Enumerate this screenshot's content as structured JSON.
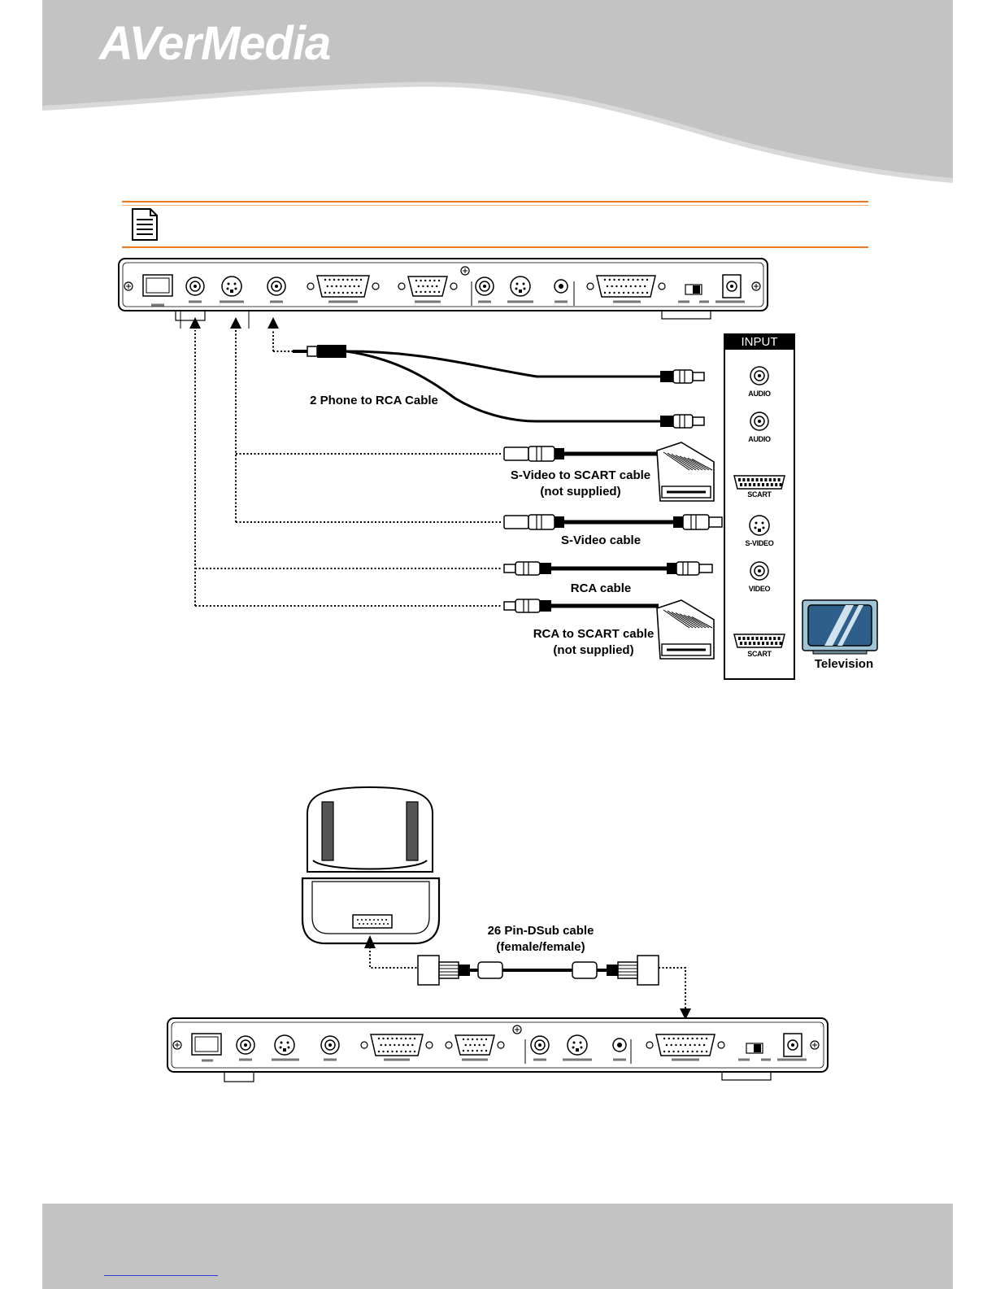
{
  "header": {
    "logo_text": "AVerMedia"
  },
  "diagram1": {
    "input_panel_title": "INPUT",
    "input_ports": [
      "AUDIO",
      "AUDIO",
      "SCART",
      "S-VIDEO",
      "VIDEO",
      "SCART"
    ],
    "cables": {
      "phone_rca": "2 Phone to RCA Cable",
      "svideo_scart_1": "S-Video to SCART cable",
      "svideo_scart_2": "(not supplied)",
      "svideo": "S-Video cable",
      "rca": "RCA cable",
      "rca_scart_1": "RCA to SCART cable",
      "rca_scart_2": "(not supplied)"
    },
    "tv_label": "Television"
  },
  "diagram2": {
    "cable_label_1": "26 Pin-DSub cable",
    "cable_label_2": "(female/female)"
  },
  "colors": {
    "accent": "#e87722",
    "header_gray": "#c3c3c3",
    "link": "#2a3bd6"
  }
}
